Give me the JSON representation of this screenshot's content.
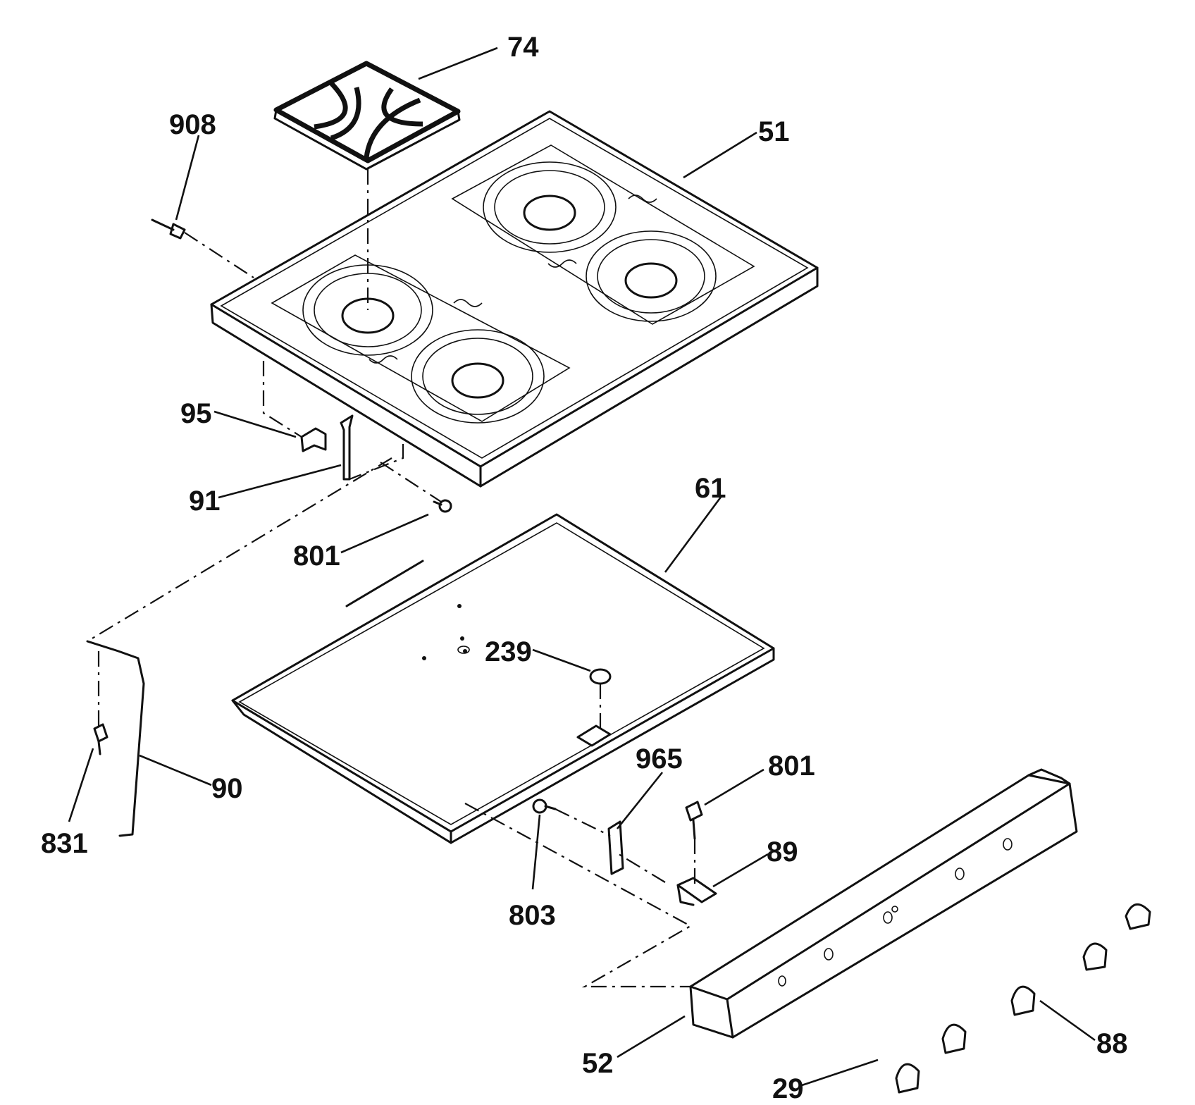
{
  "labels": {
    "p74": "74",
    "p908": "908",
    "p51": "51",
    "p95": "95",
    "p91": "91",
    "p61": "61",
    "p801a": "801",
    "p239": "239",
    "p965": "965",
    "p801b": "801",
    "p90": "90",
    "p89": "89",
    "p831": "831",
    "p803": "803",
    "p88": "88",
    "p52": "52",
    "p29": "29"
  }
}
